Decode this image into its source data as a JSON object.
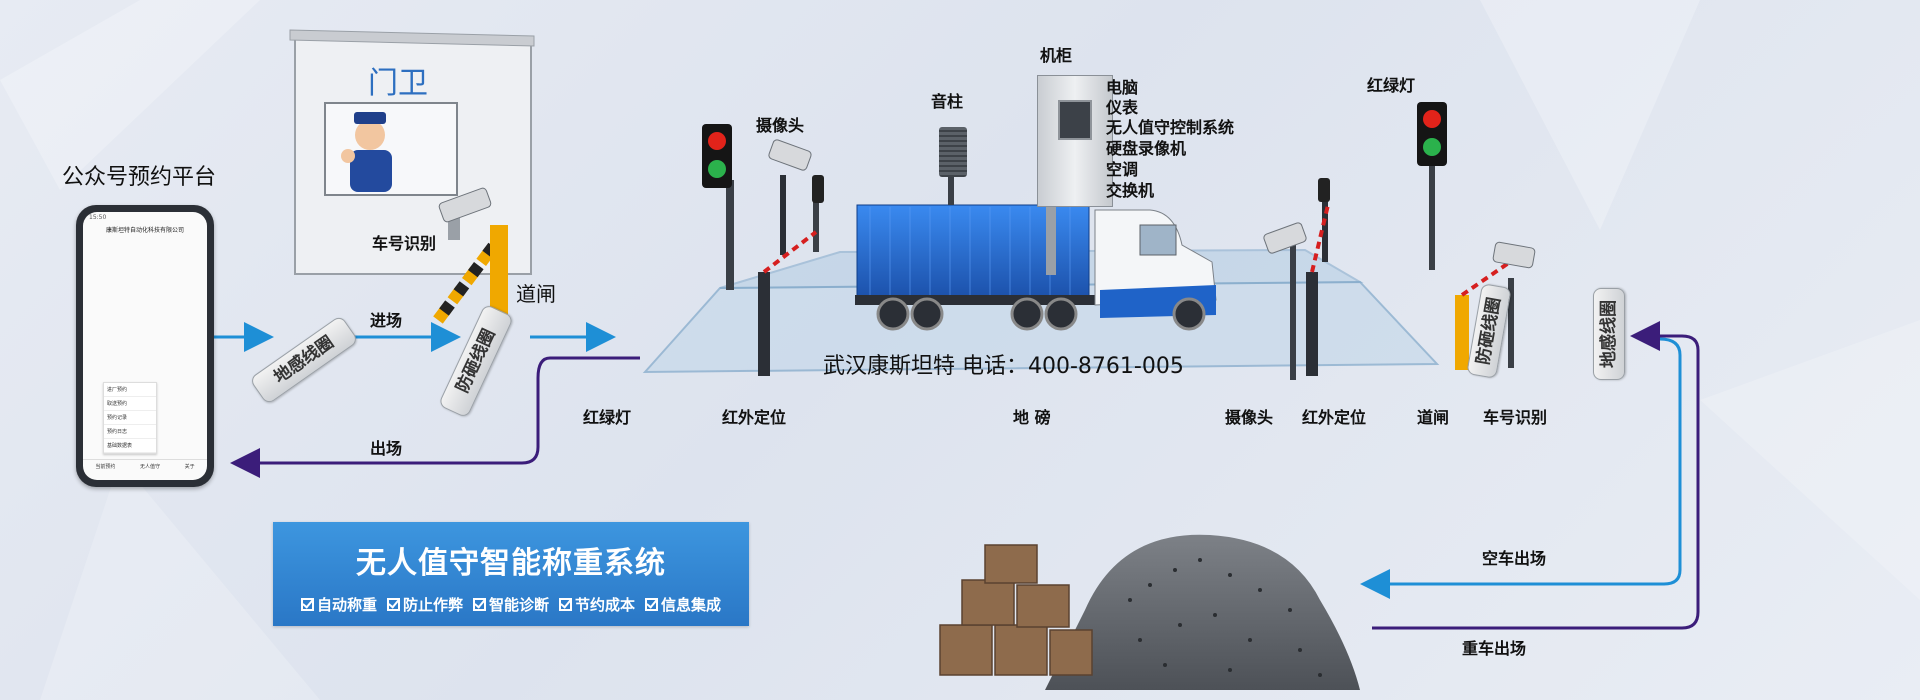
{
  "labels": {
    "platform": "公众号预约平台",
    "guard": "门卫",
    "plate_recog_left": "车号识别",
    "barrier_gate_left": "道闸",
    "enter": "进场",
    "exit": "出场",
    "camera_top": "摄像头",
    "speaker": "音柱",
    "cabinet": "机柜",
    "traffic_light_right": "红绿灯",
    "traffic_light_bottom": "红绿灯",
    "infrared_left": "红外定位",
    "scale": "地 磅",
    "camera_bottom": "摄像头",
    "infrared_right": "红外定位",
    "barrier_gate_right": "道闸",
    "plate_recog_right": "车号识别",
    "empty_exit": "空车出场",
    "loaded_exit": "重车出场",
    "company": "武汉康斯坦特 电话：400-8761-005"
  },
  "cabinet_items": [
    "电脑",
    "仪表",
    "无人值守控制系统",
    "硬盘录像机",
    "空调",
    "交换机"
  ],
  "loops": {
    "loop_left": "地感线圈",
    "loop_anti_left": "防砸线圈",
    "loop_anti_right": "防砸线圈",
    "loop_right": "地感线圈"
  },
  "banner": {
    "title": "无人值守智能称重系统",
    "features": [
      "自动称重",
      "防止作弊",
      "智能诊断",
      "节约成本",
      "信息集成"
    ]
  },
  "phone": {
    "status_time": "15:50",
    "app_title": "康斯坦特自动化科技有限公司",
    "menu": [
      "进厂预约",
      "取送预约",
      "预约记录",
      "预约日志",
      "基础数据表"
    ],
    "tabs": [
      "当前预约",
      "无人值守",
      "关于"
    ]
  },
  "colors": {
    "arrow_in": "#1e8fd6",
    "arrow_out": "#3b1d7a",
    "banner": "#3388d6",
    "truck": "#1f63c8"
  }
}
